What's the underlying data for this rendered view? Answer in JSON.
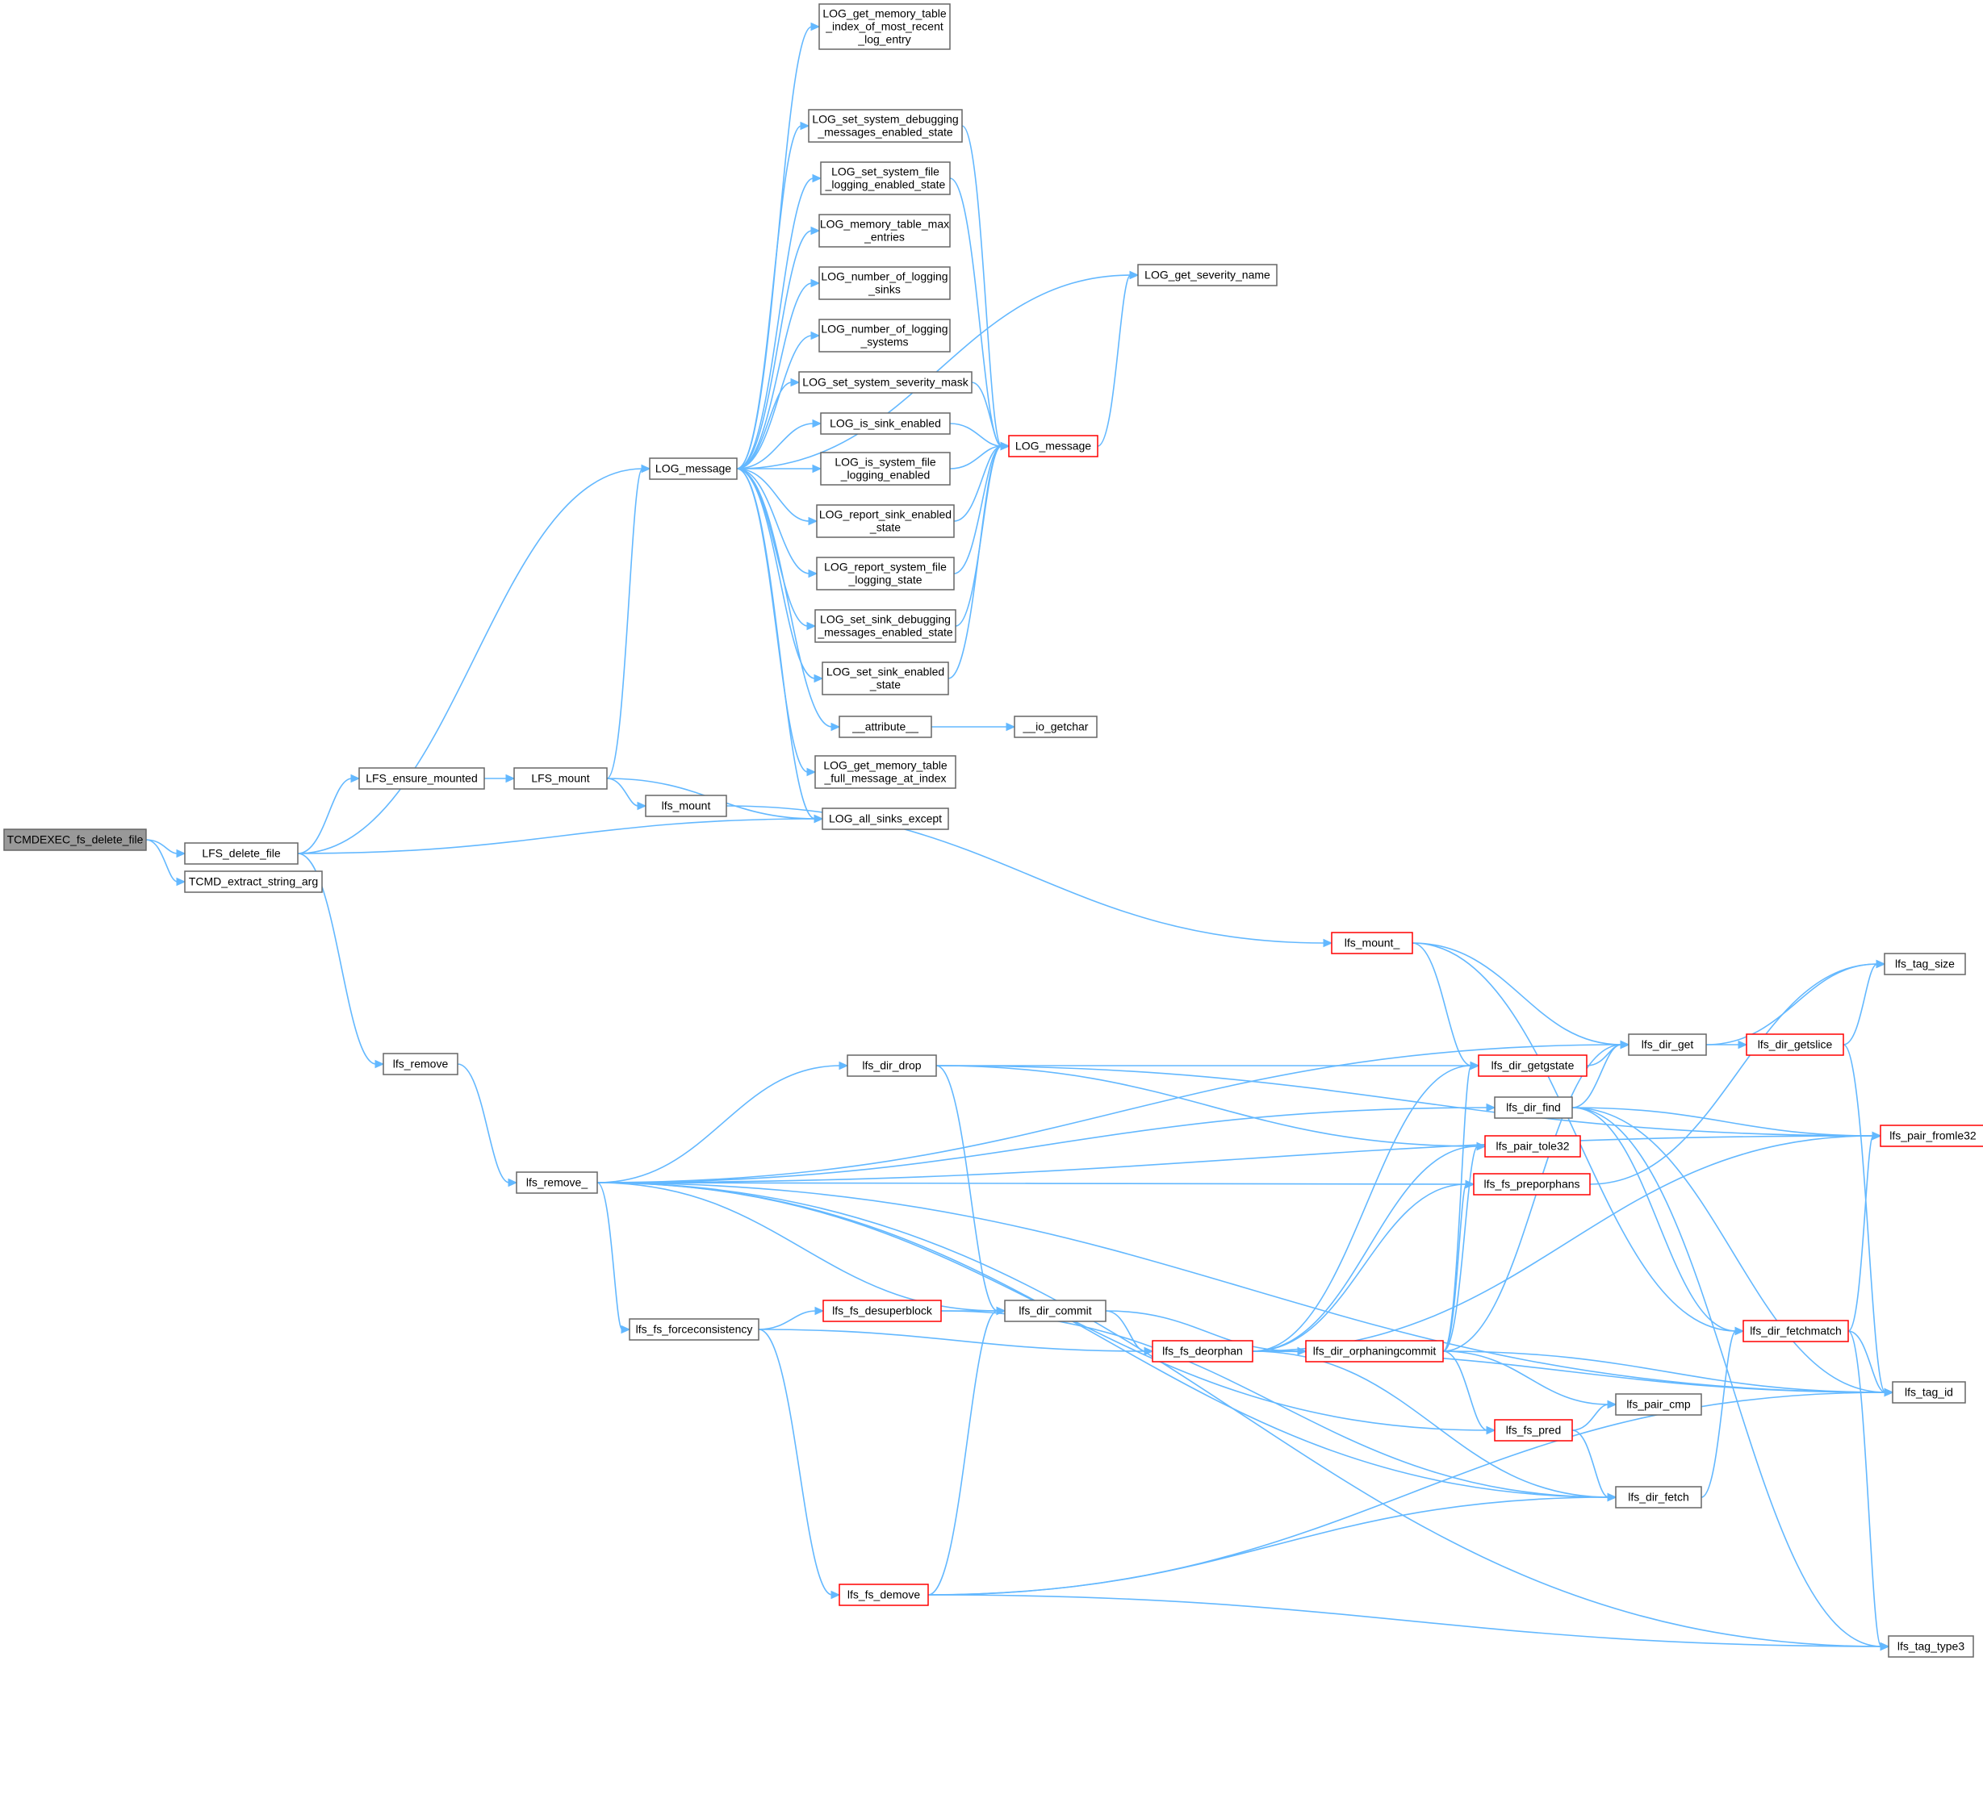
{
  "diagram": {
    "colors": {
      "edge": "#63b8ff",
      "node_border": "#666666",
      "truncated_border": "#ff0000",
      "root_fill": "#999999",
      "background": "#ffffff"
    },
    "nodes": [
      {
        "id": "root",
        "lines": [
          "TCMDEXEC_fs_delete_file"
        ],
        "style": "root"
      },
      {
        "id": "lfs_delete_file",
        "lines": [
          "LFS_delete_file"
        ],
        "style": "normal"
      },
      {
        "id": "tcmd_extract",
        "lines": [
          "TCMD_extract_string_arg"
        ],
        "style": "normal"
      },
      {
        "id": "ensure_mounted",
        "lines": [
          "LFS_ensure_mounted"
        ],
        "style": "normal"
      },
      {
        "id": "LFS_mount",
        "lines": [
          "LFS_mount"
        ],
        "style": "normal"
      },
      {
        "id": "lfs_mount",
        "lines": [
          "lfs_mount"
        ],
        "style": "normal"
      },
      {
        "id": "log_message_main",
        "lines": [
          "LOG_message"
        ],
        "style": "normal"
      },
      {
        "id": "log_get_idx",
        "lines": [
          "LOG_get_memory_table",
          "_index_of_most_recent",
          "_log_entry"
        ],
        "style": "normal"
      },
      {
        "id": "log_set_dbg",
        "lines": [
          "LOG_set_system_debugging",
          "_messages_enabled_state"
        ],
        "style": "normal"
      },
      {
        "id": "log_set_file",
        "lines": [
          "LOG_set_system_file",
          "_logging_enabled_state"
        ],
        "style": "normal"
      },
      {
        "id": "log_mem_max",
        "lines": [
          "LOG_memory_table_max",
          "_entries"
        ],
        "style": "normal"
      },
      {
        "id": "log_num_sinks",
        "lines": [
          "LOG_number_of_logging",
          "_sinks"
        ],
        "style": "normal"
      },
      {
        "id": "log_num_systems",
        "lines": [
          "LOG_number_of_logging",
          "_systems"
        ],
        "style": "normal"
      },
      {
        "id": "log_sev_mask",
        "lines": [
          "LOG_set_system_severity_mask"
        ],
        "style": "normal"
      },
      {
        "id": "log_is_sink",
        "lines": [
          "LOG_is_sink_enabled"
        ],
        "style": "normal"
      },
      {
        "id": "log_is_sysfile",
        "lines": [
          "LOG_is_system_file",
          "_logging_enabled"
        ],
        "style": "normal"
      },
      {
        "id": "log_rep_sink",
        "lines": [
          "LOG_report_sink_enabled",
          "_state"
        ],
        "style": "normal"
      },
      {
        "id": "log_rep_sysfile",
        "lines": [
          "LOG_report_system_file",
          "_logging_state"
        ],
        "style": "normal"
      },
      {
        "id": "log_set_sink_dbg",
        "lines": [
          "LOG_set_sink_debugging",
          "_messages_enabled_state"
        ],
        "style": "normal"
      },
      {
        "id": "log_set_sink_en",
        "lines": [
          "LOG_set_sink_enabled",
          "_state"
        ],
        "style": "normal"
      },
      {
        "id": "attribute",
        "lines": [
          "__attribute__"
        ],
        "style": "normal"
      },
      {
        "id": "io_getchar",
        "lines": [
          "__io_getchar"
        ],
        "style": "normal"
      },
      {
        "id": "log_full_msg",
        "lines": [
          "LOG_get_memory_table",
          "_full_message_at_index"
        ],
        "style": "normal"
      },
      {
        "id": "log_all_sinks",
        "lines": [
          "LOG_all_sinks_except"
        ],
        "style": "normal"
      },
      {
        "id": "log_message_red",
        "lines": [
          "LOG_message"
        ],
        "style": "trunc"
      },
      {
        "id": "log_sev_name",
        "lines": [
          "LOG_get_severity_name"
        ],
        "style": "normal"
      },
      {
        "id": "lfs_remove",
        "lines": [
          "lfs_remove"
        ],
        "style": "normal"
      },
      {
        "id": "lfs_remove_",
        "lines": [
          "lfs_remove_"
        ],
        "style": "normal"
      },
      {
        "id": "lfs_mount_",
        "lines": [
          "lfs_mount_"
        ],
        "style": "trunc"
      },
      {
        "id": "lfs_dir_drop",
        "lines": [
          "lfs_dir_drop"
        ],
        "style": "normal"
      },
      {
        "id": "lfs_fs_forcecons",
        "lines": [
          "lfs_fs_forceconsistency"
        ],
        "style": "normal"
      },
      {
        "id": "lfs_fs_desuper",
        "lines": [
          "lfs_fs_desuperblock"
        ],
        "style": "trunc"
      },
      {
        "id": "lfs_dir_commit",
        "lines": [
          "lfs_dir_commit"
        ],
        "style": "normal"
      },
      {
        "id": "lfs_fs_demove",
        "lines": [
          "lfs_fs_demove"
        ],
        "style": "trunc"
      },
      {
        "id": "lfs_fs_deorphan",
        "lines": [
          "lfs_fs_deorphan"
        ],
        "style": "trunc"
      },
      {
        "id": "lfs_dir_orphcommit",
        "lines": [
          "lfs_dir_orphaningcommit"
        ],
        "style": "trunc"
      },
      {
        "id": "lfs_dir_getgstate",
        "lines": [
          "lfs_dir_getgstate"
        ],
        "style": "trunc"
      },
      {
        "id": "lfs_dir_find",
        "lines": [
          "lfs_dir_find"
        ],
        "style": "normal"
      },
      {
        "id": "lfs_pair_tole32",
        "lines": [
          "lfs_pair_tole32"
        ],
        "style": "trunc"
      },
      {
        "id": "lfs_fs_preorph",
        "lines": [
          "lfs_fs_preporphans"
        ],
        "style": "trunc"
      },
      {
        "id": "lfs_fs_pred",
        "lines": [
          "lfs_fs_pred"
        ],
        "style": "trunc"
      },
      {
        "id": "lfs_dir_get",
        "lines": [
          "lfs_dir_get"
        ],
        "style": "normal"
      },
      {
        "id": "lfs_pair_cmp",
        "lines": [
          "lfs_pair_cmp"
        ],
        "style": "normal"
      },
      {
        "id": "lfs_dir_fetch",
        "lines": [
          "lfs_dir_fetch"
        ],
        "style": "normal"
      },
      {
        "id": "lfs_dir_getslice",
        "lines": [
          "lfs_dir_getslice"
        ],
        "style": "trunc"
      },
      {
        "id": "lfs_dir_fetchmatch",
        "lines": [
          "lfs_dir_fetchmatch"
        ],
        "style": "trunc"
      },
      {
        "id": "lfs_tag_size",
        "lines": [
          "lfs_tag_size"
        ],
        "style": "normal"
      },
      {
        "id": "lfs_pair_fromle32",
        "lines": [
          "lfs_pair_fromle32"
        ],
        "style": "trunc"
      },
      {
        "id": "lfs_tag_id",
        "lines": [
          "lfs_tag_id"
        ],
        "style": "normal"
      },
      {
        "id": "lfs_tag_type3",
        "lines": [
          "lfs_tag_type3"
        ],
        "style": "normal"
      }
    ],
    "edges": [
      [
        "root",
        "lfs_delete_file"
      ],
      [
        "root",
        "tcmd_extract"
      ],
      [
        "lfs_delete_file",
        "log_message_main"
      ],
      [
        "lfs_delete_file",
        "ensure_mounted"
      ],
      [
        "lfs_delete_file",
        "log_all_sinks"
      ],
      [
        "lfs_delete_file",
        "lfs_remove"
      ],
      [
        "ensure_mounted",
        "LFS_mount"
      ],
      [
        "LFS_mount",
        "log_message_main"
      ],
      [
        "LFS_mount",
        "lfs_mount"
      ],
      [
        "LFS_mount",
        "log_all_sinks"
      ],
      [
        "lfs_mount",
        "lfs_mount_"
      ],
      [
        "log_message_main",
        "log_get_idx"
      ],
      [
        "log_message_main",
        "log_set_dbg"
      ],
      [
        "log_message_main",
        "log_set_file"
      ],
      [
        "log_message_main",
        "log_mem_max"
      ],
      [
        "log_message_main",
        "log_num_sinks"
      ],
      [
        "log_message_main",
        "log_num_systems"
      ],
      [
        "log_message_main",
        "log_sev_mask"
      ],
      [
        "log_message_main",
        "log_is_sink"
      ],
      [
        "log_message_main",
        "log_is_sysfile"
      ],
      [
        "log_message_main",
        "log_rep_sink"
      ],
      [
        "log_message_main",
        "log_rep_sysfile"
      ],
      [
        "log_message_main",
        "log_set_sink_dbg"
      ],
      [
        "log_message_main",
        "log_set_sink_en"
      ],
      [
        "log_message_main",
        "attribute"
      ],
      [
        "log_message_main",
        "log_full_msg"
      ],
      [
        "log_message_main",
        "log_all_sinks"
      ],
      [
        "log_message_main",
        "log_sev_name"
      ],
      [
        "log_set_dbg",
        "log_message_red"
      ],
      [
        "log_set_file",
        "log_message_red"
      ],
      [
        "log_sev_mask",
        "log_message_red"
      ],
      [
        "log_is_sink",
        "log_message_red"
      ],
      [
        "log_is_sysfile",
        "log_message_red"
      ],
      [
        "log_rep_sink",
        "log_message_red"
      ],
      [
        "log_rep_sysfile",
        "log_message_red"
      ],
      [
        "log_set_sink_dbg",
        "log_message_red"
      ],
      [
        "log_set_sink_en",
        "log_message_red"
      ],
      [
        "log_message_red",
        "log_sev_name"
      ],
      [
        "attribute",
        "io_getchar"
      ],
      [
        "lfs_remove",
        "lfs_remove_"
      ],
      [
        "lfs_remove_",
        "lfs_pair_fromle32"
      ],
      [
        "lfs_remove_",
        "lfs_dir_get"
      ],
      [
        "lfs_remove_",
        "lfs_dir_drop"
      ],
      [
        "lfs_remove_",
        "lfs_dir_find"
      ],
      [
        "lfs_remove_",
        "lfs_fs_preorph"
      ],
      [
        "lfs_remove_",
        "lfs_dir_commit"
      ],
      [
        "lfs_remove_",
        "lfs_fs_forcecons"
      ],
      [
        "lfs_remove_",
        "lfs_fs_pred"
      ],
      [
        "lfs_remove_",
        "lfs_dir_fetch"
      ],
      [
        "lfs_remove_",
        "lfs_tag_id"
      ],
      [
        "lfs_remove_",
        "lfs_tag_type3"
      ],
      [
        "lfs_mount_",
        "lfs_dir_getgstate"
      ],
      [
        "lfs_mount_",
        "lfs_dir_get"
      ],
      [
        "lfs_mount_",
        "lfs_dir_fetchmatch"
      ],
      [
        "lfs_dir_drop",
        "lfs_pair_fromle32"
      ],
      [
        "lfs_dir_drop",
        "lfs_dir_getgstate"
      ],
      [
        "lfs_dir_drop",
        "lfs_pair_tole32"
      ],
      [
        "lfs_dir_drop",
        "lfs_dir_commit"
      ],
      [
        "lfs_fs_forcecons",
        "lfs_fs_desuper"
      ],
      [
        "lfs_fs_forcecons",
        "lfs_fs_deorphan"
      ],
      [
        "lfs_fs_forcecons",
        "lfs_fs_demove"
      ],
      [
        "lfs_fs_desuper",
        "lfs_dir_commit"
      ],
      [
        "lfs_fs_desuper",
        "lfs_dir_fetch"
      ],
      [
        "lfs_fs_demove",
        "lfs_dir_commit"
      ],
      [
        "lfs_fs_demove",
        "lfs_dir_fetch"
      ],
      [
        "lfs_fs_demove",
        "lfs_tag_id"
      ],
      [
        "lfs_fs_demove",
        "lfs_tag_type3"
      ],
      [
        "lfs_dir_commit",
        "lfs_fs_deorphan"
      ],
      [
        "lfs_dir_commit",
        "lfs_dir_orphcommit"
      ],
      [
        "lfs_fs_deorphan",
        "lfs_dir_orphcommit"
      ],
      [
        "lfs_fs_deorphan",
        "lfs_dir_getgstate"
      ],
      [
        "lfs_fs_deorphan",
        "lfs_pair_tole32"
      ],
      [
        "lfs_fs_deorphan",
        "lfs_fs_preorph"
      ],
      [
        "lfs_fs_deorphan",
        "lfs_pair_fromle32"
      ],
      [
        "lfs_fs_deorphan",
        "lfs_tag_id"
      ],
      [
        "lfs_fs_deorphan",
        "lfs_dir_fetch"
      ],
      [
        "lfs_dir_orphcommit",
        "lfs_dir_getgstate"
      ],
      [
        "lfs_dir_orphcommit",
        "lfs_pair_tole32"
      ],
      [
        "lfs_dir_orphcommit",
        "lfs_fs_preorph"
      ],
      [
        "lfs_dir_orphcommit",
        "lfs_dir_get"
      ],
      [
        "lfs_dir_orphcommit",
        "lfs_tag_id"
      ],
      [
        "lfs_dir_orphcommit",
        "lfs_pair_cmp"
      ],
      [
        "lfs_dir_orphcommit",
        "lfs_fs_pred"
      ],
      [
        "lfs_dir_getgstate",
        "lfs_dir_get"
      ],
      [
        "lfs_dir_find",
        "lfs_dir_get"
      ],
      [
        "lfs_dir_find",
        "lfs_pair_fromle32"
      ],
      [
        "lfs_dir_find",
        "lfs_dir_fetchmatch"
      ],
      [
        "lfs_dir_find",
        "lfs_tag_id"
      ],
      [
        "lfs_dir_find",
        "lfs_tag_type3"
      ],
      [
        "lfs_fs_preorph",
        "lfs_tag_size"
      ],
      [
        "lfs_fs_pred",
        "lfs_pair_cmp"
      ],
      [
        "lfs_fs_pred",
        "lfs_dir_fetch"
      ],
      [
        "lfs_dir_get",
        "lfs_dir_getslice"
      ],
      [
        "lfs_dir_get",
        "lfs_tag_size"
      ],
      [
        "lfs_dir_getslice",
        "lfs_tag_size"
      ],
      [
        "lfs_dir_getslice",
        "lfs_tag_id"
      ],
      [
        "lfs_dir_fetch",
        "lfs_dir_fetchmatch"
      ],
      [
        "lfs_dir_fetchmatch",
        "lfs_pair_fromle32"
      ],
      [
        "lfs_dir_fetchmatch",
        "lfs_tag_id"
      ],
      [
        "lfs_dir_fetchmatch",
        "lfs_tag_type3"
      ]
    ]
  }
}
